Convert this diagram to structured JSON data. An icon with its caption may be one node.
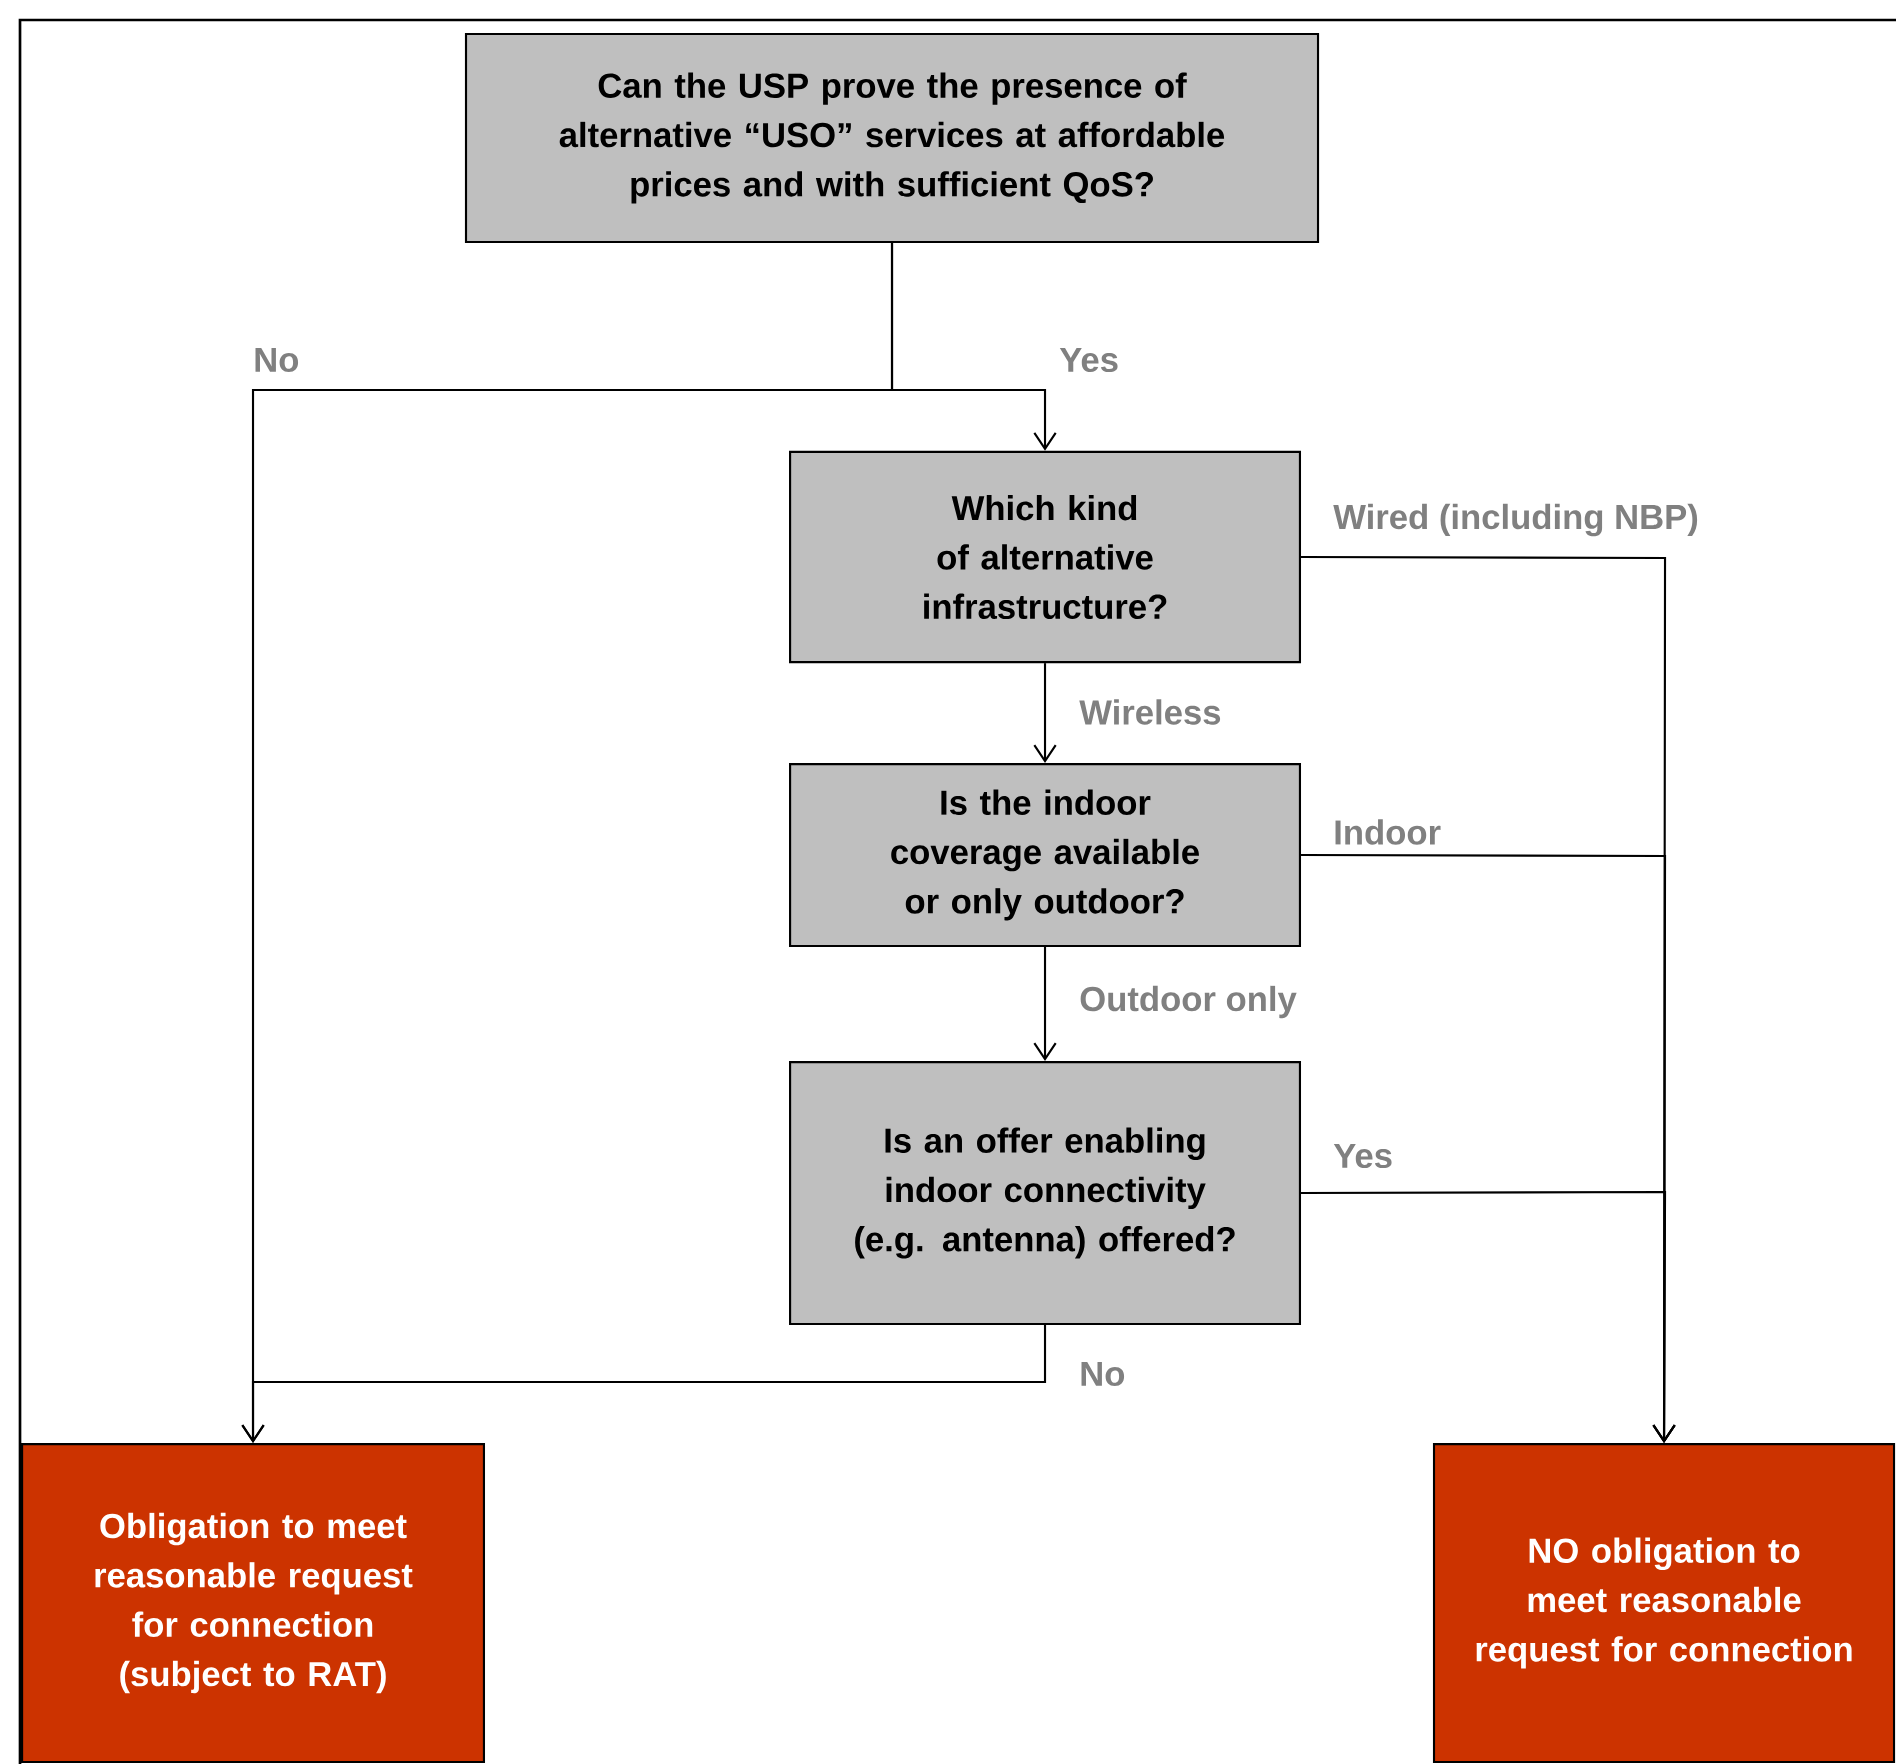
{
  "diagram": {
    "nodes": [
      {
        "text": [
          "Can the USP prove the presence of alternative “USO” services at affordable prices and with sufficient QoS?"
        ]
      },
      {
        "text": [
          "Which kind of alternative infrastructure?"
        ]
      },
      {
        "text": [
          "Is the indoor coverage available or only outdoor?"
        ]
      },
      {
        "text": [
          "Is an offer enabling indoor connectivity (e.g. antenna) offered?"
        ]
      },
      {
        "text": [
          "Obligation to meet reasonable request for connection (subject to RAT)"
        ]
      },
      {
        "text": [
          "NO obligation to meet reasonable request for connection"
        ]
      }
    ],
    "edges": [
      {
        "from": 0,
        "to": 1,
        "arrow": "to",
        "label": "Yes"
      },
      {
        "from": 0,
        "to": 4,
        "arrow": "to",
        "label": "No"
      },
      {
        "from": 1,
        "to": 5,
        "arrow": "to",
        "label": "Wired (including NBP)"
      },
      {
        "from": 1,
        "to": 2,
        "arrow": "to",
        "label": "Wireless"
      },
      {
        "from": 2,
        "to": 5,
        "arrow": "to",
        "label": "Indoor"
      },
      {
        "from": 2,
        "to": 3,
        "arrow": "to",
        "label": "Outdoor only"
      },
      {
        "from": 3,
        "to": 5,
        "arrow": "to",
        "label": "Yes"
      },
      {
        "from": 3,
        "to": 4,
        "arrow": "to",
        "label": "No"
      }
    ]
  }
}
